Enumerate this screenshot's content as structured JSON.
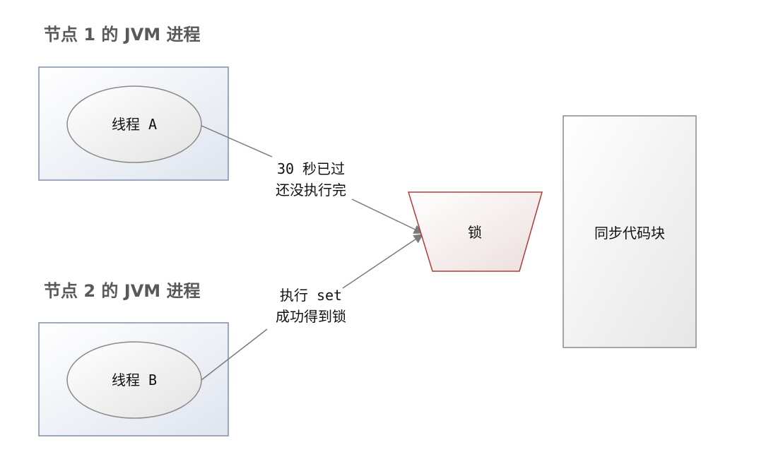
{
  "colors": {
    "container_border": "#7f8da7",
    "line": "#7a7a7a",
    "lock_border": "#b33a3a"
  },
  "nodes": [
    {
      "title": "节点 1 的 JVM 进程",
      "thread_label": "线程 A"
    },
    {
      "title": "节点 2 的 JVM 进程",
      "thread_label": "线程 B"
    }
  ],
  "edges": [
    {
      "label_lines": [
        "30 秒已过",
        "还没执行完"
      ]
    },
    {
      "label_lines": [
        "执行 set",
        "成功得到锁"
      ]
    }
  ],
  "lock": {
    "label": "锁"
  },
  "sync_block": {
    "label": "同步代码块"
  }
}
